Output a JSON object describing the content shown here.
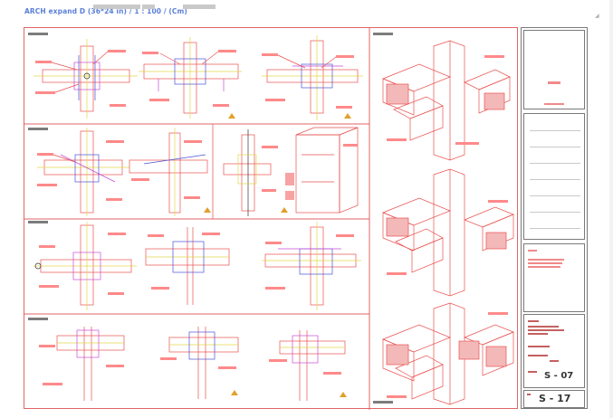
{
  "header": {
    "title": "ARCH expand D (36*24 in) / 1 : 100 / (Cm)"
  },
  "title_block": {
    "sheet_number": "S - 07",
    "drawing_number": "S - 17"
  },
  "colors": {
    "drawing_red": "#e9514f",
    "drawing_yellow": "#e2d84a",
    "drawing_blue": "#4a52d8",
    "drawing_magenta": "#c84ad8",
    "border_red": "#e06565",
    "title_blue": "#5b7fd8"
  },
  "icons": [
    "north-arrow-icon",
    "section-marker-icon"
  ]
}
